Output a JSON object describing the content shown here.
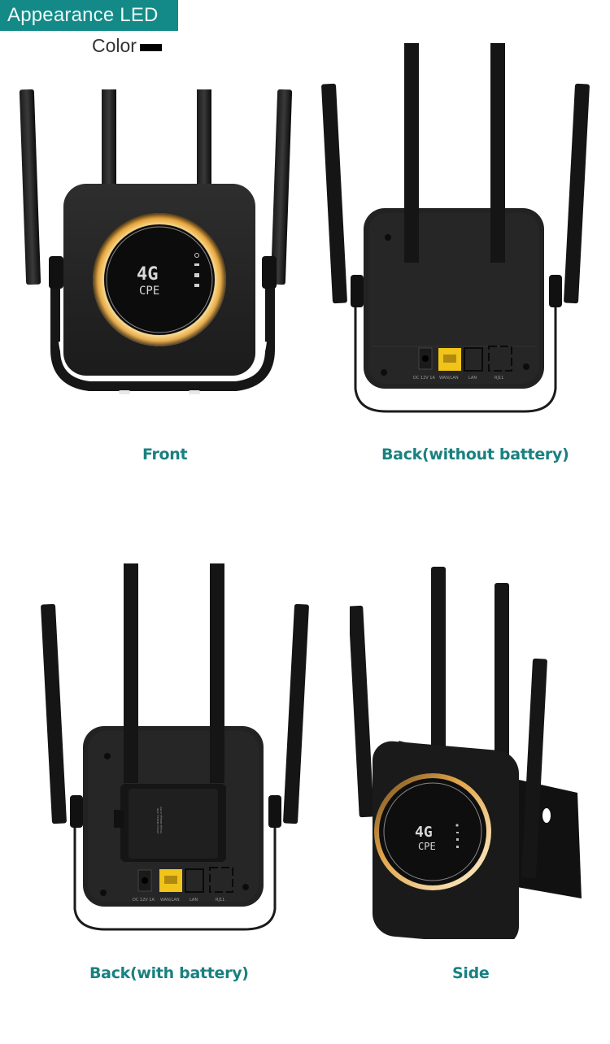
{
  "header": {
    "title": "Appearance LED",
    "color_label": "Color",
    "color_swatch": "#000000",
    "bar_color": "#138a87"
  },
  "views": [
    {
      "id": "front",
      "caption": "Front",
      "device_logo_main": "4G",
      "device_logo_sub": "CPE",
      "indicator_icons": [
        "power-icon",
        "wifi-icon",
        "lan-icon",
        "signal-icon"
      ],
      "led_ring_color": "#e8b24a"
    },
    {
      "id": "back-without-battery",
      "caption": "Back(without battery)",
      "ports": [
        {
          "label": "DC 12V 1A",
          "type": "dc-jack"
        },
        {
          "label": "WAN/LAN",
          "type": "rj45-yellow"
        },
        {
          "label": "LAN",
          "type": "rj45"
        },
        {
          "label": "RJ11",
          "type": "rj11"
        }
      ]
    },
    {
      "id": "back-with-battery",
      "caption": "Back(with battery)",
      "ports": [
        {
          "label": "DC 12V 1A",
          "type": "dc-jack"
        },
        {
          "label": "WAN/LAN",
          "type": "rj45-yellow"
        },
        {
          "label": "LAN",
          "type": "rj45"
        },
        {
          "label": "RJ11",
          "type": "rj11"
        }
      ]
    },
    {
      "id": "side",
      "caption": "Side",
      "device_logo_main": "4G",
      "device_logo_sub": "CPE"
    }
  ]
}
